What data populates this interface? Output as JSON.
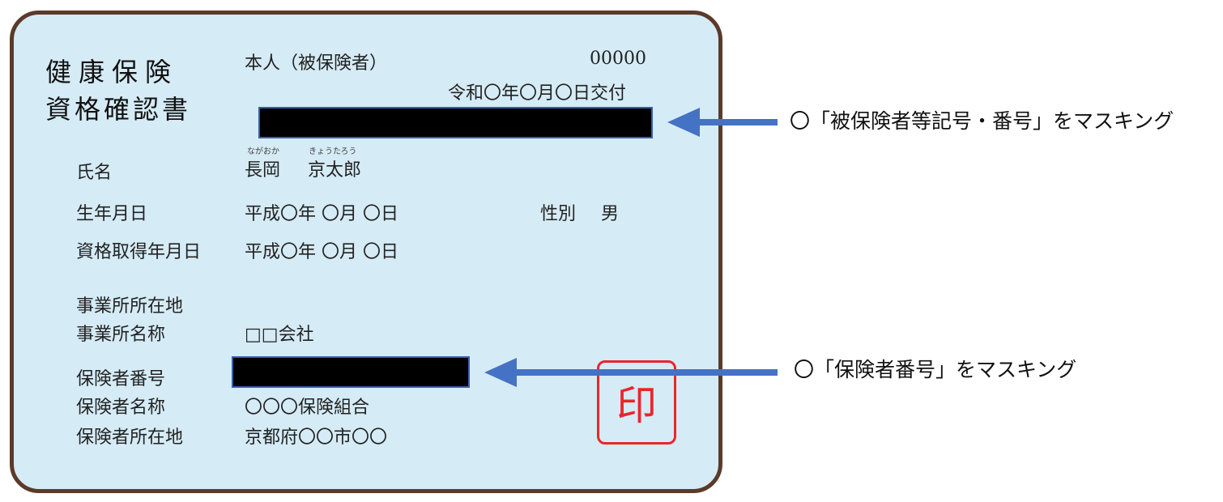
{
  "card": {
    "title_line1": "健康保険",
    "title_line2": "資格確認書",
    "insured_type": "本人（被保険者）",
    "number": "00000",
    "issue_date": "令和〇年〇月〇日交付",
    "name_label": "氏名",
    "name_family_ruby": "ながおか",
    "name_family": "長岡",
    "name_given_ruby": "きょうたろう",
    "name_given": "京太郎",
    "birth_label": "生年月日",
    "birth_value": "平成〇年 〇月 〇日",
    "sex_label": "性別",
    "sex_value": "男",
    "acq_label": "資格取得年月日",
    "acq_value": "平成〇年 〇月 〇日",
    "office_addr_label": "事業所所在地",
    "office_name_label": "事業所名称",
    "office_name_value": "□□会社",
    "insurer_no_label": "保険者番号",
    "insurer_name_label": "保険者名称",
    "insurer_name_value": "〇〇〇保険組合",
    "insurer_addr_label": "保険者所在地",
    "insurer_addr_value": "京都府〇〇市〇〇",
    "stamp": "印"
  },
  "annotations": {
    "note1": "〇「被保険者等記号・番号」をマスキング",
    "note2": "〇「保険者番号」をマスキング"
  },
  "colors": {
    "card_fill": "#d5ebf6",
    "border": "#5b3a2a",
    "arrow": "#4472c4",
    "stamp": "#e8272a"
  }
}
